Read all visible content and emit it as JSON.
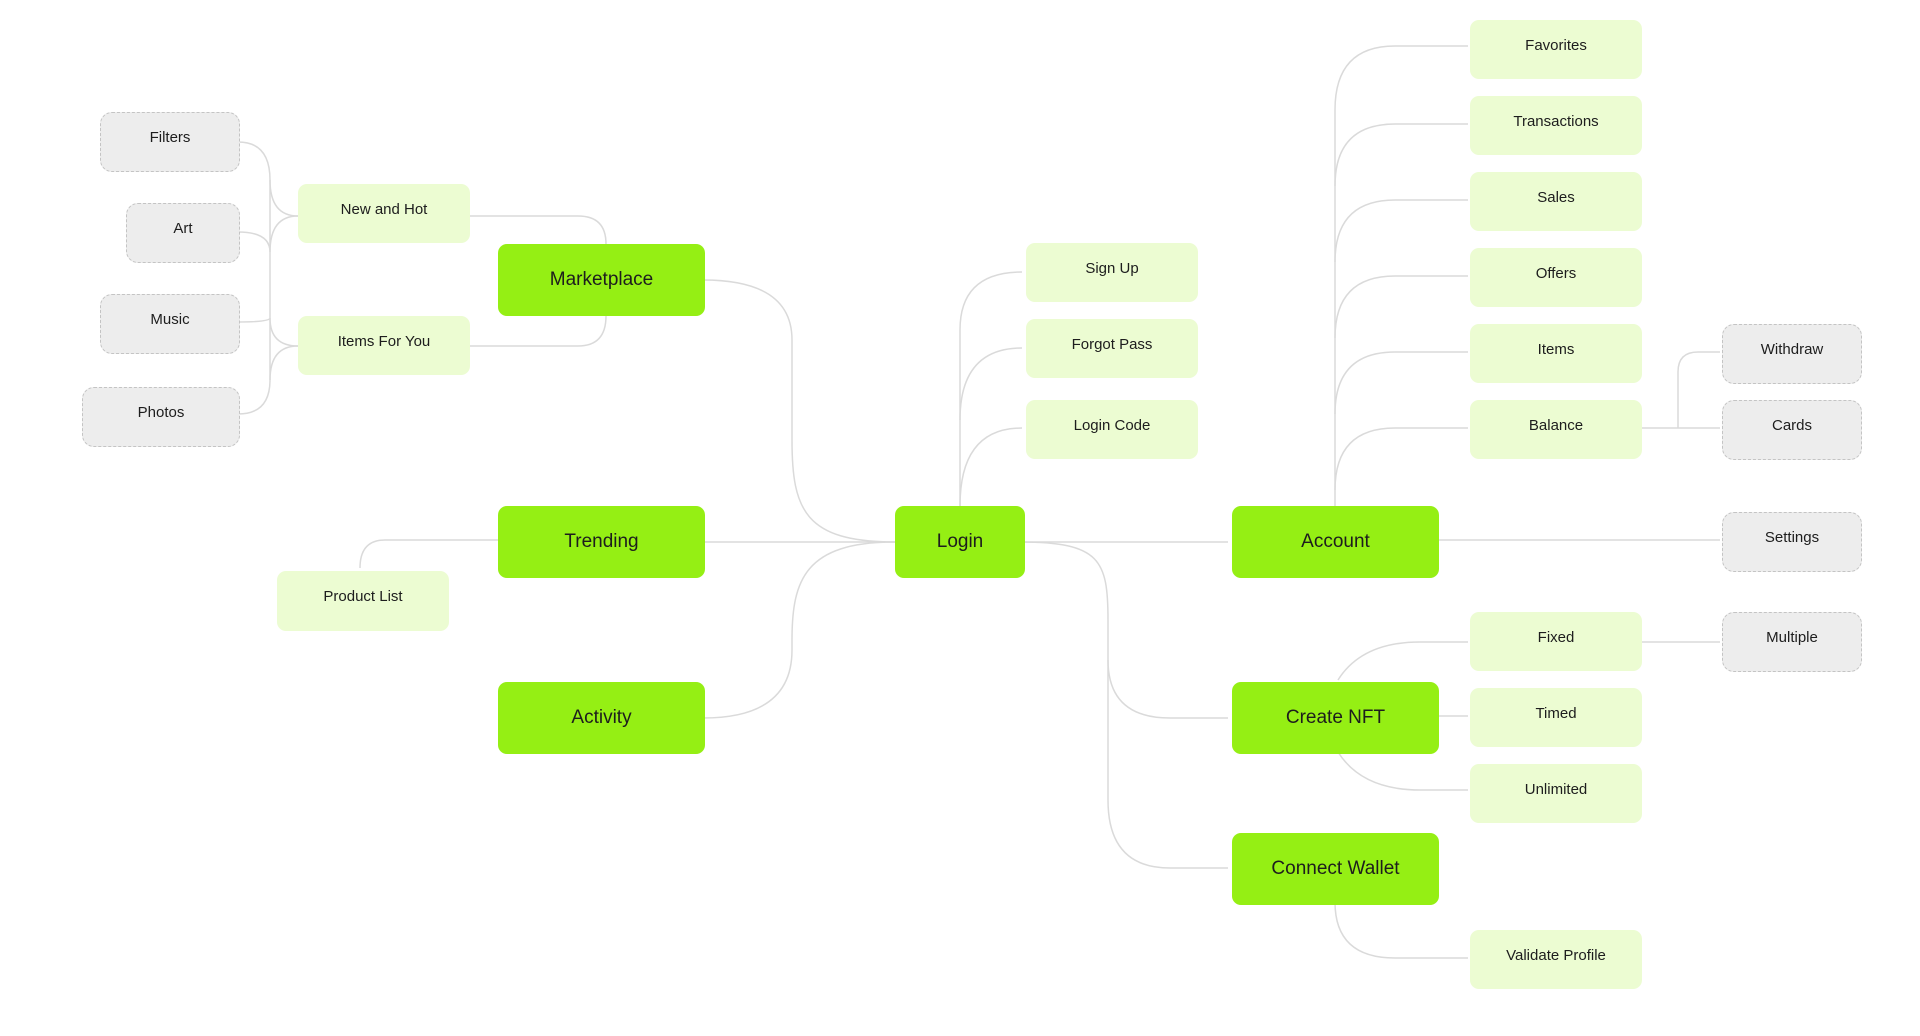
{
  "primary": {
    "login": "Login",
    "marketplace": "Marketplace",
    "trending": "Trending",
    "activity": "Activity",
    "account": "Account",
    "create_nft": "Create NFT",
    "connect_wallet": "Connect Wallet"
  },
  "marketplace": {
    "new_and_hot": "New and Hot",
    "items_for_you": "Items For You",
    "filters": "Filters",
    "art": "Art",
    "music": "Music",
    "photos": "Photos"
  },
  "trending": {
    "product_list": "Product List"
  },
  "login": {
    "sign_up": "Sign Up",
    "forgot_pass": "Forgot Pass",
    "login_code": "Login Code"
  },
  "account": {
    "favorites": "Favorites",
    "transactions": "Transactions",
    "sales": "Sales",
    "offers": "Offers",
    "items": "Items",
    "balance": "Balance",
    "withdraw": "Withdraw",
    "cards": "Cards",
    "settings": "Settings"
  },
  "create_nft": {
    "fixed": "Fixed",
    "timed": "Timed",
    "unlimited": "Unlimited",
    "multiple": "Multiple"
  },
  "connect_wallet": {
    "validate_profile": "Validate Profile"
  },
  "colors": {
    "primary_node": "#95ef14",
    "secondary_node": "#ecfcd2",
    "tertiary_node": "#ededed",
    "connector": "#dadada"
  }
}
